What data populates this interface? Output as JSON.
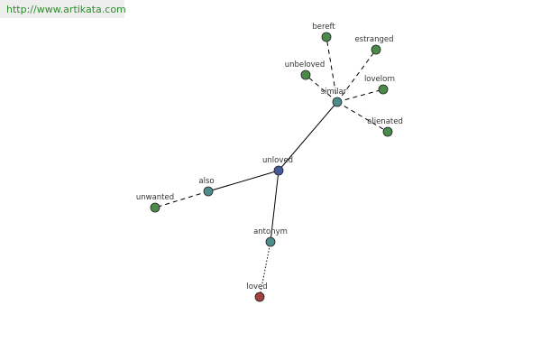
{
  "header": {
    "url": "http://www.artikata.com"
  },
  "colors": {
    "center": "#46599a",
    "relation": "#4c8c8a",
    "similar_word": "#4a8a4a",
    "antonym_word": "#a24040",
    "edge": "#000000",
    "url_bg": "#eeeeee",
    "url_text": "#2e8b2e"
  },
  "graph": {
    "nodes": [
      {
        "id": "unloved",
        "label": "unloved",
        "kind": "center"
      },
      {
        "id": "similar",
        "label": "similar",
        "kind": "relation"
      },
      {
        "id": "also",
        "label": "also",
        "kind": "relation"
      },
      {
        "id": "antonym",
        "label": "antonym",
        "kind": "relation"
      },
      {
        "id": "bereft",
        "label": "bereft",
        "kind": "similar_word"
      },
      {
        "id": "estranged",
        "label": "estranged",
        "kind": "similar_word"
      },
      {
        "id": "unbeloved",
        "label": "unbeloved",
        "kind": "similar_word"
      },
      {
        "id": "lovelorn",
        "label": "lovelorn",
        "kind": "similar_word"
      },
      {
        "id": "alienated",
        "label": "alienated",
        "kind": "similar_word"
      },
      {
        "id": "unwanted",
        "label": "unwanted",
        "kind": "similar_word"
      },
      {
        "id": "loved",
        "label": "loved",
        "kind": "antonym_word"
      }
    ],
    "edges": [
      {
        "from": "unloved",
        "to": "similar",
        "style": "solid"
      },
      {
        "from": "unloved",
        "to": "also",
        "style": "solid"
      },
      {
        "from": "unloved",
        "to": "antonym",
        "style": "solid"
      },
      {
        "from": "similar",
        "to": "bereft",
        "style": "dashed"
      },
      {
        "from": "similar",
        "to": "estranged",
        "style": "dashed"
      },
      {
        "from": "similar",
        "to": "unbeloved",
        "style": "dashed"
      },
      {
        "from": "similar",
        "to": "lovelorn",
        "style": "dashed"
      },
      {
        "from": "similar",
        "to": "alienated",
        "style": "dashed"
      },
      {
        "from": "also",
        "to": "unwanted",
        "style": "dashed"
      },
      {
        "from": "antonym",
        "to": "loved",
        "style": "dotted"
      }
    ]
  }
}
